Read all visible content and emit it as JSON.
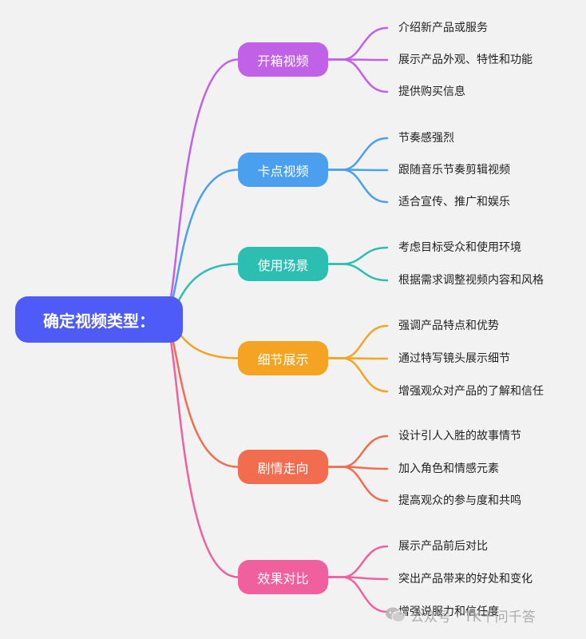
{
  "colors": {
    "background": "#f2f2f2",
    "root": "#4f5bf6",
    "text": "#222222"
  },
  "root": {
    "label": "确定视频类型："
  },
  "branches": [
    {
      "label": "开箱视频",
      "color": "#c061e8",
      "leaves": [
        "介绍新产品或服务",
        "展示产品外观、特性和功能",
        "提供购买信息"
      ]
    },
    {
      "label": "卡点视频",
      "color": "#4aa0ee",
      "leaves": [
        "节奏感强烈",
        "跟随音乐节奏剪辑视频",
        "适合宣传、推广和娱乐"
      ]
    },
    {
      "label": "使用场景",
      "color": "#2cbeb0",
      "leaves": [
        "考虑目标受众和使用环境",
        "根据需求调整视频内容和风格"
      ]
    },
    {
      "label": "细节展示",
      "color": "#f5a322",
      "leaves": [
        "强调产品特点和优势",
        "通过特写镜头展示细节",
        "增强观众对产品的了解和信任"
      ]
    },
    {
      "label": "剧情走向",
      "color": "#f26c50",
      "leaves": [
        "设计引人入胜的故事情节",
        "加入角色和情感元素",
        "提高观众的参与度和共鸣"
      ]
    },
    {
      "label": "效果对比",
      "color": "#f0609e",
      "leaves": [
        "展示产品前后对比",
        "突出产品带来的好处和变化",
        "增强说服力和信任度"
      ]
    }
  ],
  "watermark": {
    "text": "公众号 · TK千问千答",
    "icon": "wechat-icon"
  }
}
